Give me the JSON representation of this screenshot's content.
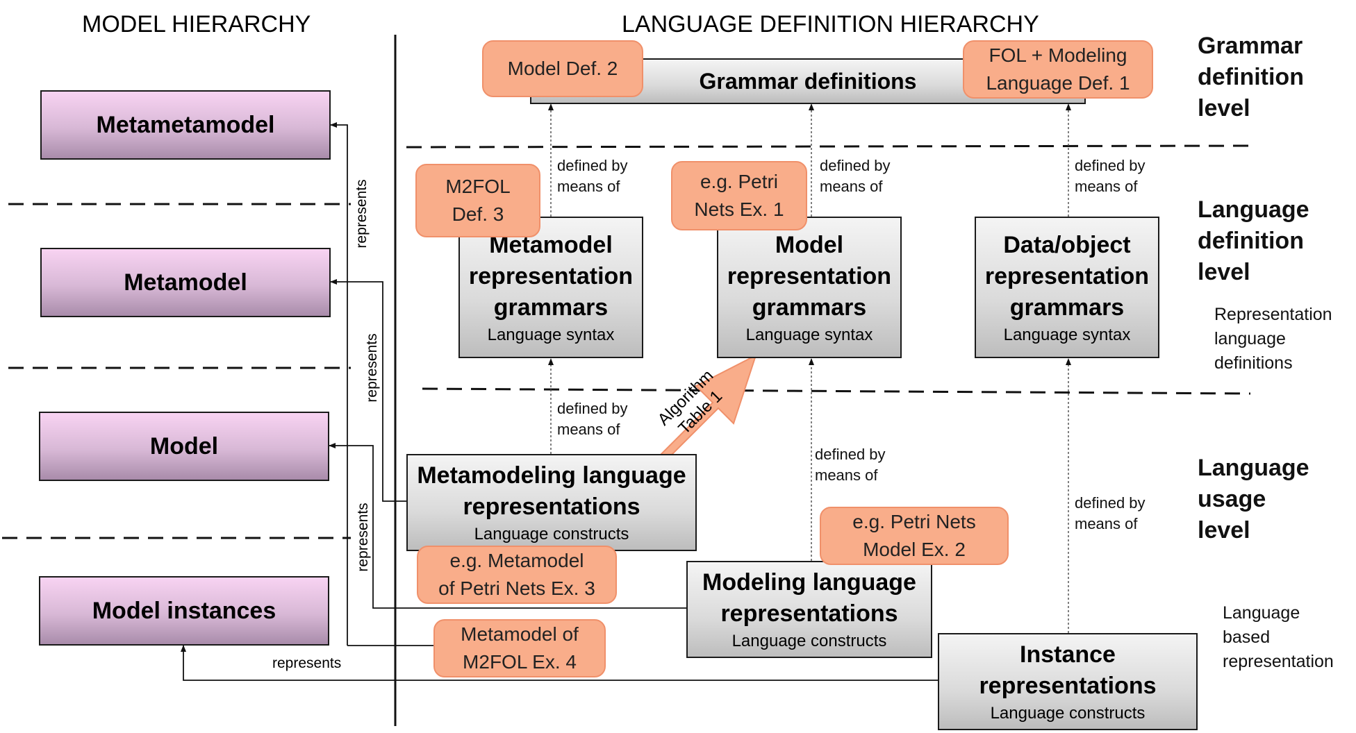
{
  "headers": {
    "model_hierarchy": "MODEL HIERARCHY",
    "language_definition_hierarchy": "LANGUAGE DEFINITION HIERARCHY"
  },
  "model_hierarchy": {
    "metametamodel": "Metametamodel",
    "metamodel": "Metamodel",
    "model": "Model",
    "model_instances": "Model instances"
  },
  "grammar_definitions": "Grammar definitions",
  "grammars": {
    "metamodel": {
      "title_1": "Metamodel",
      "title_2": "representation",
      "title_3": "grammars",
      "subtitle": "Language syntax"
    },
    "model": {
      "title_1": "Model",
      "title_2": "representation",
      "title_3": "grammars",
      "subtitle": "Language syntax"
    },
    "data": {
      "title_1": "Data/object",
      "title_2": "representation",
      "title_3": "grammars",
      "subtitle": "Language syntax"
    }
  },
  "representations": {
    "metamodeling": {
      "title_1": "Metamodeling language",
      "title_2": "representations",
      "subtitle": "Language constructs"
    },
    "modeling": {
      "title_1": "Modeling language",
      "title_2": "representations",
      "subtitle": "Language constructs"
    },
    "instance": {
      "title_1": "Instance",
      "title_2": "representations",
      "subtitle": "Language constructs"
    }
  },
  "callouts": {
    "model_def_2": "Model Def. 2",
    "fol_modeling_1": "FOL + Modeling",
    "fol_modeling_2": "Language  Def. 1",
    "m2fol_def_1": "M2FOL",
    "m2fol_def_2": "Def. 3",
    "petri_nets_ex1_1": "e.g. Petri",
    "petri_nets_ex1_2": "Nets Ex. 1",
    "petri_model_ex2_1": "e.g. Petri Nets",
    "petri_model_ex2_2": "Model Ex. 2",
    "metamodel_petri_ex3_1": "e.g. Metamodel",
    "metamodel_petri_ex3_2": "of Petri Nets Ex. 3",
    "metamodel_m2fol_ex4_1": "Metamodel of",
    "metamodel_m2fol_ex4_2": "M2FOL Ex. 4",
    "algorithm_1": "Algorithm",
    "algorithm_2": "Table 1"
  },
  "relations": {
    "defined_by_1": "defined by",
    "defined_by_2": "means of",
    "represents": "represents"
  },
  "levels": {
    "grammar": [
      "Grammar",
      "definition",
      "level"
    ],
    "language_definition": [
      "Language",
      "definition",
      "level"
    ],
    "language_usage": [
      "Language",
      "usage",
      "level"
    ]
  },
  "side_notes": {
    "representation_language": [
      "Representation",
      "language",
      "definitions"
    ],
    "language_based": [
      "Language",
      "based",
      "representation"
    ]
  },
  "colors": {
    "callout_fill": "#f9ad8a",
    "callout_border": "#f0906a",
    "purple_top": "#f8d3f2",
    "purple_bottom": "#a98cab",
    "grey_top": "#f4f4f4",
    "grey_bottom": "#bdbdbd"
  }
}
